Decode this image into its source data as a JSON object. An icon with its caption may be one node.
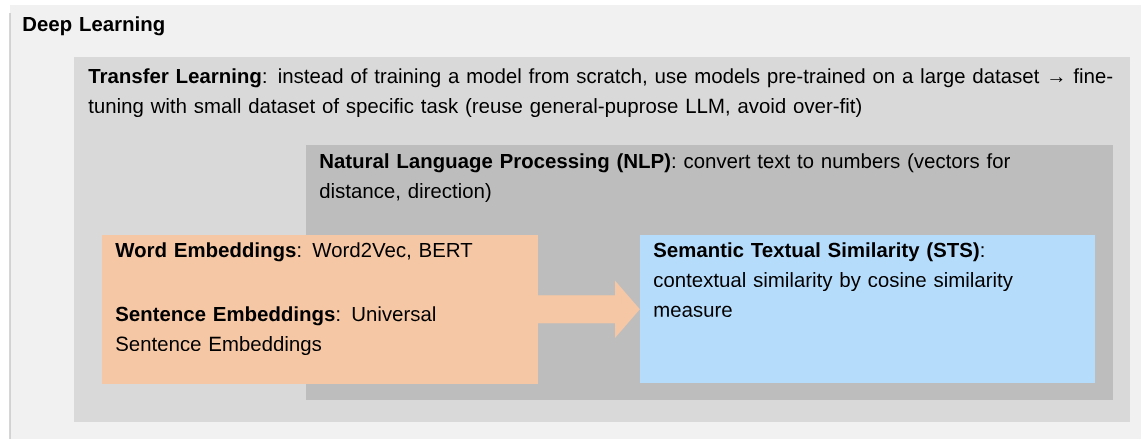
{
  "diagram": {
    "nodes": [
      {
        "text": [
          "Deep Learning"
        ]
      },
      {
        "text": [
          "**Transfer Learning**: instead of training a model from scratch, use models pre-trained on a large dataset → fine-tuning with small dataset of specific task (reuse general-puprose LLM, avoid over-fit)"
        ],
        "in": 0
      },
      {
        "text": [
          "**Natural Language Processing (NLP)**: convert text to numbers (vectors for distance, direction)"
        ],
        "in": 1
      },
      {
        "text": [
          "**Word Embeddings**: Word2Vec, BERT",
          "**Sentence Embeddings**: Universal Sentence Embeddings"
        ],
        "in": 1
      },
      {
        "text": [
          "**Semantic Textual Similarity (STS)**: contextual similarity by cosine similarity measure"
        ],
        "in": 2
      }
    ],
    "edges": [
      {
        "from": 3,
        "to": 4,
        "arrow": "to"
      }
    ]
  }
}
